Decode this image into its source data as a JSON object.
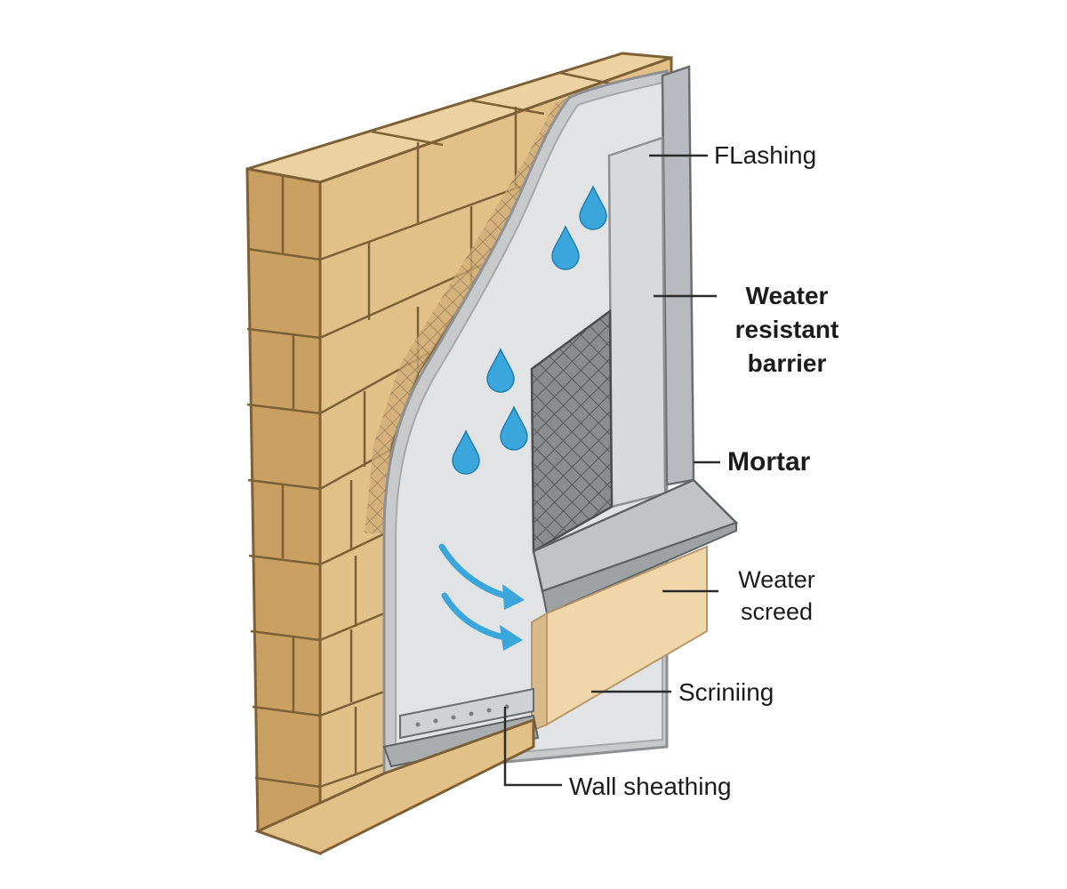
{
  "labels": {
    "flashing": "FLashing",
    "weather_barrier": [
      "Weater",
      "resistant",
      "barrier"
    ],
    "mortar": "Mortar",
    "screed": [
      "Weater",
      "screed"
    ],
    "scrim": "Scriniing",
    "wall_sheathing": "Wall sheathing"
  },
  "colors": {
    "brick_face": "#e2c189",
    "brick_top": "#ecd2a2",
    "brick_side": "#c99f62",
    "brick_line": "#7d6036",
    "barrier": "#e2e3e4",
    "barrier_edge": "#c6c7c8",
    "mesh": "#6f7275",
    "metal": "#b7bbbf",
    "water": "#3aa6dc",
    "base": "#f0d7aa"
  },
  "icons": [
    "water-drop-icon",
    "airflow-arrow-icon"
  ]
}
